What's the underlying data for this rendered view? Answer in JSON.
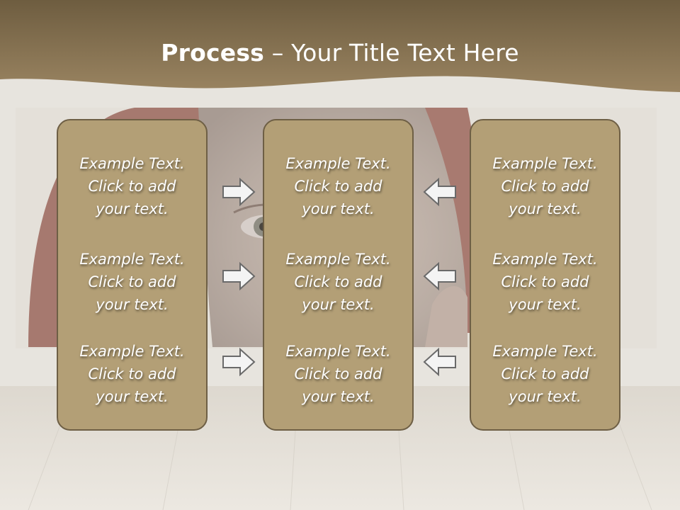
{
  "slide": {
    "title_bold": "Process",
    "title_rest": " – Your Title Text Here"
  },
  "colors": {
    "header_band": "#8a7651",
    "panel_fill": "#b39f76",
    "panel_border": "#6e5f45",
    "arrow_fill": "#f4f4f4",
    "arrow_stroke": "#6a6a6a"
  },
  "columns": [
    {
      "items": [
        "Example Text.\nClick  to add\nyour text.",
        "Example Text.\nClick  to add\nyour text.",
        "Example Text.\nClick  to add\nyour text."
      ]
    },
    {
      "items": [
        "Example Text.\nClick  to add\nyour text.",
        "Example Text.\nClick  to add\nyour text.",
        "Example Text.\nClick  to add\nyour text."
      ]
    },
    {
      "items": [
        "Example Text.\nClick  to add\nyour text.",
        "Example Text.\nClick  to add\nyour text.",
        "Example Text.\nClick  to add\nyour text."
      ]
    }
  ],
  "arrows": {
    "left_group": "arrow-right-icon",
    "right_group": "arrow-left-icon"
  }
}
